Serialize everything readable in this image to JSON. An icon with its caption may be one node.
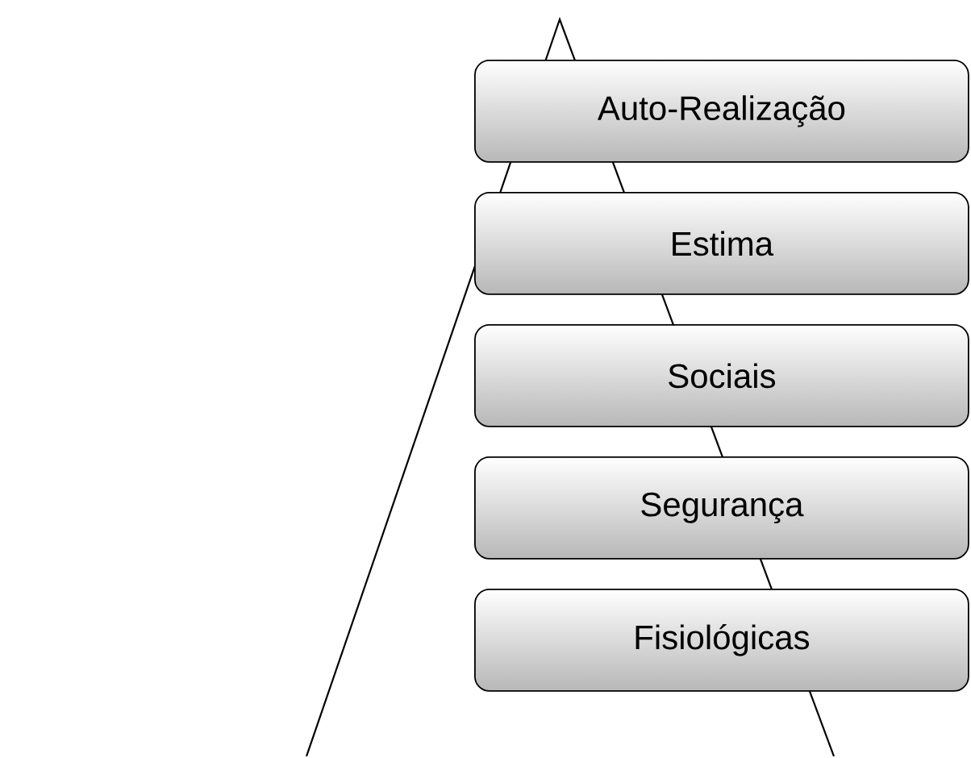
{
  "diagram": {
    "nodes": [
      {
        "text": [
          "Auto-Realização"
        ]
      },
      {
        "text": [
          "Estima"
        ]
      },
      {
        "text": [
          "Sociais"
        ]
      },
      {
        "text": [
          "Segurança"
        ]
      },
      {
        "text": [
          "Fisiológicas"
        ]
      }
    ]
  }
}
